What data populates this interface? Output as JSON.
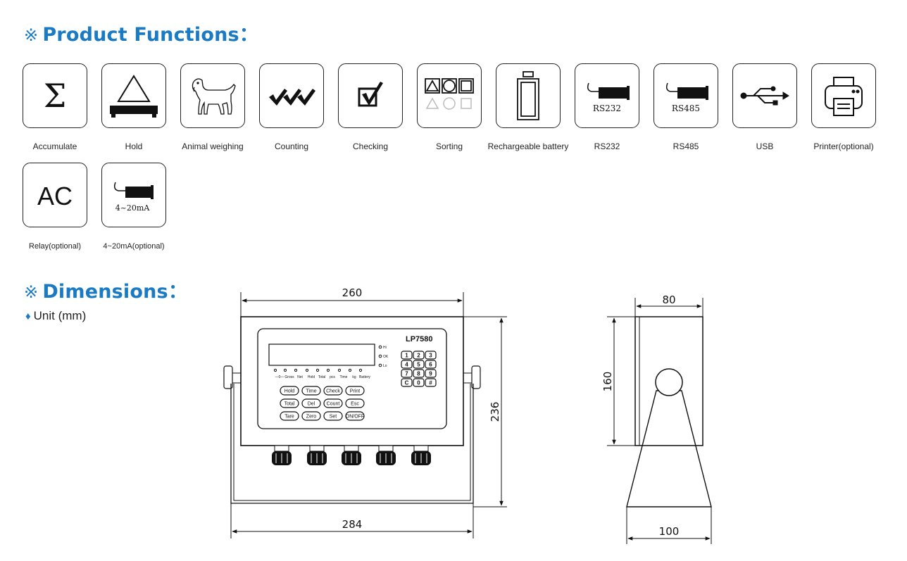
{
  "sections": {
    "functions_title": "Product Functions：",
    "dimensions_title": "Dimensions：",
    "title_mark": "※",
    "accent_color": "#1a7ac4"
  },
  "functions": [
    {
      "label": "Accumulate",
      "icon": "sigma-icon"
    },
    {
      "label": "Hold",
      "icon": "triangle-scale-icon"
    },
    {
      "label": "Animal weighing",
      "icon": "dog-icon"
    },
    {
      "label": "Counting",
      "icon": "checkmarks-icon"
    },
    {
      "label": "Checking",
      "icon": "checkbox-icon"
    },
    {
      "label": "Sorting",
      "icon": "shapes-icon"
    },
    {
      "label": "Rechargeable battery",
      "icon": "battery-icon"
    },
    {
      "label": "RS232",
      "icon": "rs232-connector-icon",
      "icon_text": "RS232"
    },
    {
      "label": "RS485",
      "icon": "rs485-connector-icon",
      "icon_text": "RS485"
    },
    {
      "label": "USB",
      "icon": "usb-icon"
    },
    {
      "label": "Printer(optional)",
      "icon": "printer-icon"
    },
    {
      "label": "Relay(optional)",
      "icon": "ac-icon",
      "icon_text": "AC"
    },
    {
      "label": "4~20mA(optional)",
      "icon": "current-connector-icon",
      "icon_text": "4~20mA"
    }
  ],
  "unit": {
    "bullet": "♦",
    "text": "Unit (mm)"
  },
  "front_view": {
    "width_label": "260",
    "bracket_width_label": "284",
    "height_label": "236",
    "model": "LP7580",
    "leds": [
      "Hi",
      "OK",
      "Lo"
    ],
    "indicators": [
      "—0—",
      "Gross",
      "Net",
      "Hold",
      "Total",
      "pcs",
      "Time",
      "kg",
      "Battery"
    ],
    "keypad": [
      "1",
      "2",
      "3",
      "4",
      "5",
      "6",
      "7",
      "8",
      "9",
      "C",
      "0",
      "#"
    ],
    "buttons": [
      "Hold",
      "Time",
      "Check",
      "Print",
      "Total",
      "Del",
      "Count",
      "Esc",
      "Tare",
      "Zero",
      "Set",
      "ON/OFF"
    ]
  },
  "side_view": {
    "width_label": "80",
    "height_label": "160",
    "base_label": "100"
  }
}
